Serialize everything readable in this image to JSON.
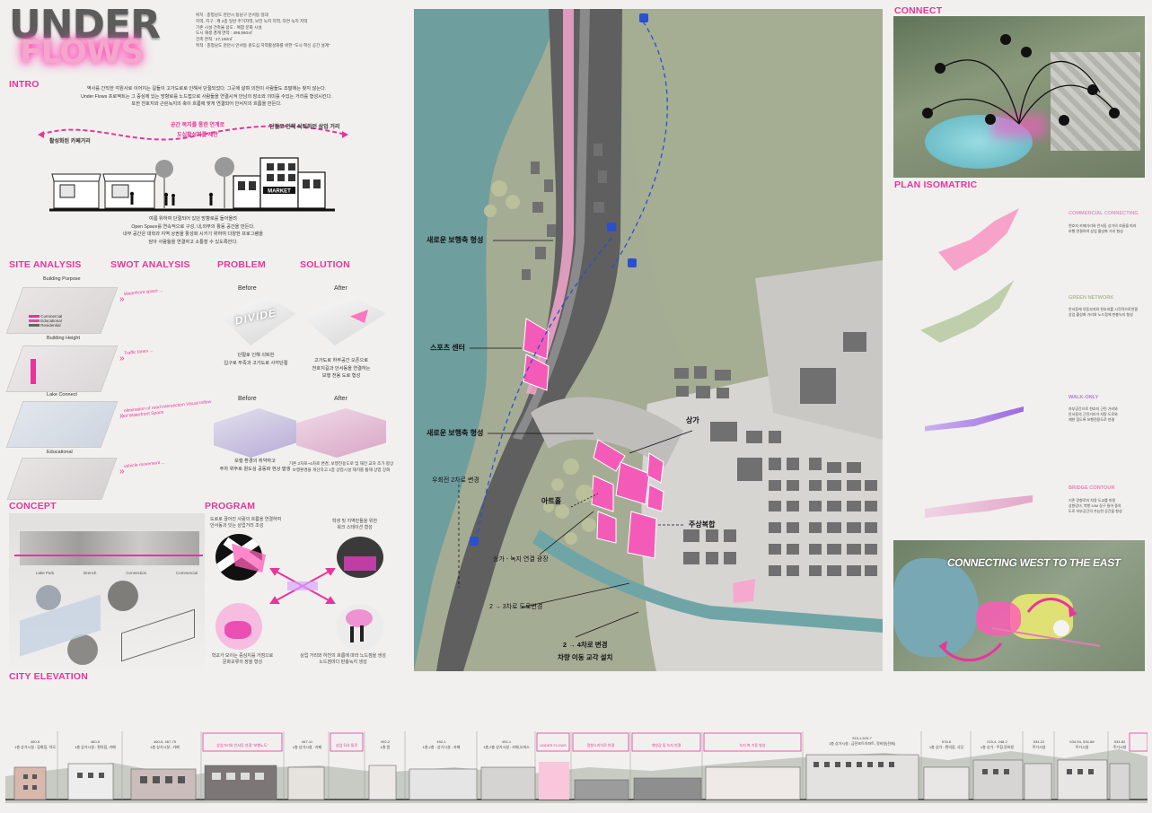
{
  "title": {
    "line1": "UNDER",
    "line2": "FLOWS"
  },
  "site_info": [
    "위치 : 충청남도 천안시 동남구 안서동 일대",
    "지역, 지구 : 제 2종 일반 주거지역, 보전 녹지 지역, 자연 녹지 지역",
    "기존 시설 건축물 용도 : 복합 문화 시설",
    "도시 재생 경계 면적 : 498,960㎡",
    "건축 면적 : 17,160㎡",
    "목적 : 충청남도 천안시 안서동 원도심 지역활성화를 위한 \"도시 혁신 공간 설계\""
  ],
  "intro": {
    "heading": "INTRO",
    "para": [
      "역사를 간직한 각원사로 이어지는 길들이 고가도로로 인해서 단절되었다. 그곳에 살며 의천이 사람들도 조말에는 찾지 않는다.",
      "Under Flows 프로젝트는 그 중심에 있는 망향로를 노드접으로 사람들을 연결시켜 안남의 장소와 의미를 수있는 거리를 형성시킨다.",
      "또한 천호지와 근린녹지의 축이 흐름에 맞게 연결되어 안서지의 흐름을 만든다."
    ],
    "left_label": "활성화된 카페거리",
    "center_label": [
      "공간 복지를 통한 연계로",
      "도심활성화를 제안"
    ],
    "right_label": "단절로 인해 쇠퇴하던 상업 거리",
    "market_sign": "MARKET",
    "bottom_para": [
      "여름 위하여 단절되어 있던 망향로를 들어올려",
      "Open Space를 연속적으로 구성, 내,외부의 활동 공간을 만든다.",
      "내부 공간은 대학과 지역 상권을 활성화 시키기 위하여 다양한 프로그램을",
      "담아 사람들을 연결하고 소통할 수 있도록한다."
    ]
  },
  "headings": {
    "site_analysis": "SITE ANALYSIS",
    "swot": "SWOT ANALYSIS",
    "problem": "PROBLEM",
    "solution": "SOLUTION",
    "concept": "CONCEPT",
    "program": "PROGRAM",
    "city_elevation": "CITY ELEVATION",
    "connect": "CONNECT",
    "plan_isometric": "PLAN ISOMATRIC"
  },
  "site_analysis": {
    "labels": [
      "Building Purpose",
      "Building Height",
      "Lake Connect",
      "Educational"
    ],
    "legend": [
      "Commercial",
      "Educational",
      "Residential"
    ]
  },
  "swot": {
    "items": [
      "Waterfront space ...",
      "Traffic lanes ...",
      "elimination of road intersection Visual Inflow of Waterfront Space",
      "vehicle movement ..."
    ]
  },
  "problem": {
    "before": "Before",
    "caption": [
      "단절로 인해 쇠퇴한",
      "입구로 부족과 고가도로 사각단절"
    ]
  },
  "solution": {
    "after": "After",
    "caption": [
      "고가도로 하부공간 오픈으로",
      "천호지길과 안서동을 연결하는",
      "보행 전용 도로 형성"
    ]
  },
  "problem2": {
    "before": "Before",
    "caption": [
      "보행 환경의 취약하고",
      "주차 위주로 원도심 공동화 현상 발생"
    ]
  },
  "solution2": {
    "after": "After",
    "caption": [
      "기존 2차로~4차로 변경, 보행전용도로 및 재건 교차 조가 향상",
      "보행환경을 개선하고 1층 상업시설 재치를 통해 상업 강화"
    ]
  },
  "concept": {
    "labels": [
      "Lake Park",
      "Brench",
      "Connection",
      "Commercial"
    ]
  },
  "program": {
    "p1": [
      "도로로 끊어진 사람의 흐름을 연결하여",
      "안서동과 잇는 상업거리 조성"
    ],
    "p2": [
      "학생 및 지역민들을 위한",
      "워크 스테이션 형성"
    ],
    "p3": [
      "학교가 모이는 중심지를 거점으로",
      "문화교류의 장을 형성"
    ],
    "p4": [
      "상업 거리와 하천의 흐름에 따라 노드점을 생성",
      "노드점마다 판충녹지 생성"
    ]
  },
  "plan": {
    "labels": [
      "새로운 보행축 형성",
      "스포츠 센터",
      "새로운 보행축 형성",
      "우회전 2차로 변경",
      "아트홀",
      "상가 - 녹지 연결 광장",
      "2 → 3차로 도로변경",
      "2 → 4차로 변경",
      "차량 이동 교각 설치",
      "상가",
      "주상복합"
    ]
  },
  "isometric": {
    "items": [
      {
        "title": "COMMERCIAL CONNECTING",
        "desc": [
          "천호지 카페거리와 안서동 상가의 흐름을 따라",
          "보행 연결하여 상업 활성화 거리 형성"
        ]
      },
      {
        "title": "GREEN NETWORK",
        "desc": [
          "안서동에 유동부지와 천호지를 시각적으로연결",
          "상업 활성화 거리와 노드점에 판충녹지 형성"
        ]
      },
      {
        "title": "WALK-ONLY",
        "desc": [
          "하부공간으로 천호지 근린 거리와",
          "안서동의 근린거리가 차량 도로와",
          "재한 접도록 보행전용도로 연결"
        ]
      },
      {
        "title": "BRIDGE CONTOUR",
        "desc": [
          "기존 망향로의 차량 도교를 따용",
          "상향강녀, 북향 10M 장구 들어 중의",
          "도로 하부공간의 가능한 공간을 형성"
        ]
      }
    ]
  },
  "connect_map": {
    "caption": "CONNECTING WEST TO THE EAST"
  },
  "elevation": {
    "buildings": [
      {
        "id": "460-5",
        "desc": "1층 상가시설 : 잡화점, 약국"
      },
      {
        "id": "460-5",
        "desc": "1층 상가시설 : 편의점, 카페"
      },
      {
        "id": "460-5, 467-75",
        "desc": "1층 상가시설 : 카페"
      },
      {
        "id": "",
        "desc": "상업거리와 안서동 연결 \"보행노도\""
      },
      {
        "id": "467-11",
        "desc": "1층 상가시설 : 카페"
      },
      {
        "id": "",
        "desc": "상업 뒤사 통로"
      },
      {
        "id": "492-2",
        "desc": "1층 원"
      },
      {
        "id": "492-1",
        "desc": "1층,2층 : 상가시설 : 카페"
      },
      {
        "id": "492-1",
        "desc": "1층,2층 상가시설 : 카페,오피스"
      },
      {
        "id": "",
        "desc": "UNDER FLOWS"
      },
      {
        "id": "",
        "desc": "망향스카이로 연결"
      },
      {
        "id": "",
        "desc": "개방감 및 녹지 연결"
      },
      {
        "id": "",
        "desc": "녹지 축 기동 형성"
      },
      {
        "id": "515-1,515-7",
        "desc": "1층 상가시설 : 금전포트아파트, 정비원(전제)"
      },
      {
        "id": "576-6",
        "desc": "1층 상가 : 편의점, 식당"
      },
      {
        "id": "215-4, 248-2",
        "desc": "1층 상가 : 주점,정비원"
      },
      {
        "id": "534-22",
        "desc": "주거시설"
      },
      {
        "id": "534-94, 534-88",
        "desc": "주거시설"
      },
      {
        "id": "534-82",
        "desc": "주거시설"
      }
    ]
  },
  "colors": {
    "accent": "#e8359b",
    "pink_light": "#f6a9d0",
    "water": "#6f9e9e",
    "green": "#a7ae8f",
    "road": "#7b7b7b"
  }
}
